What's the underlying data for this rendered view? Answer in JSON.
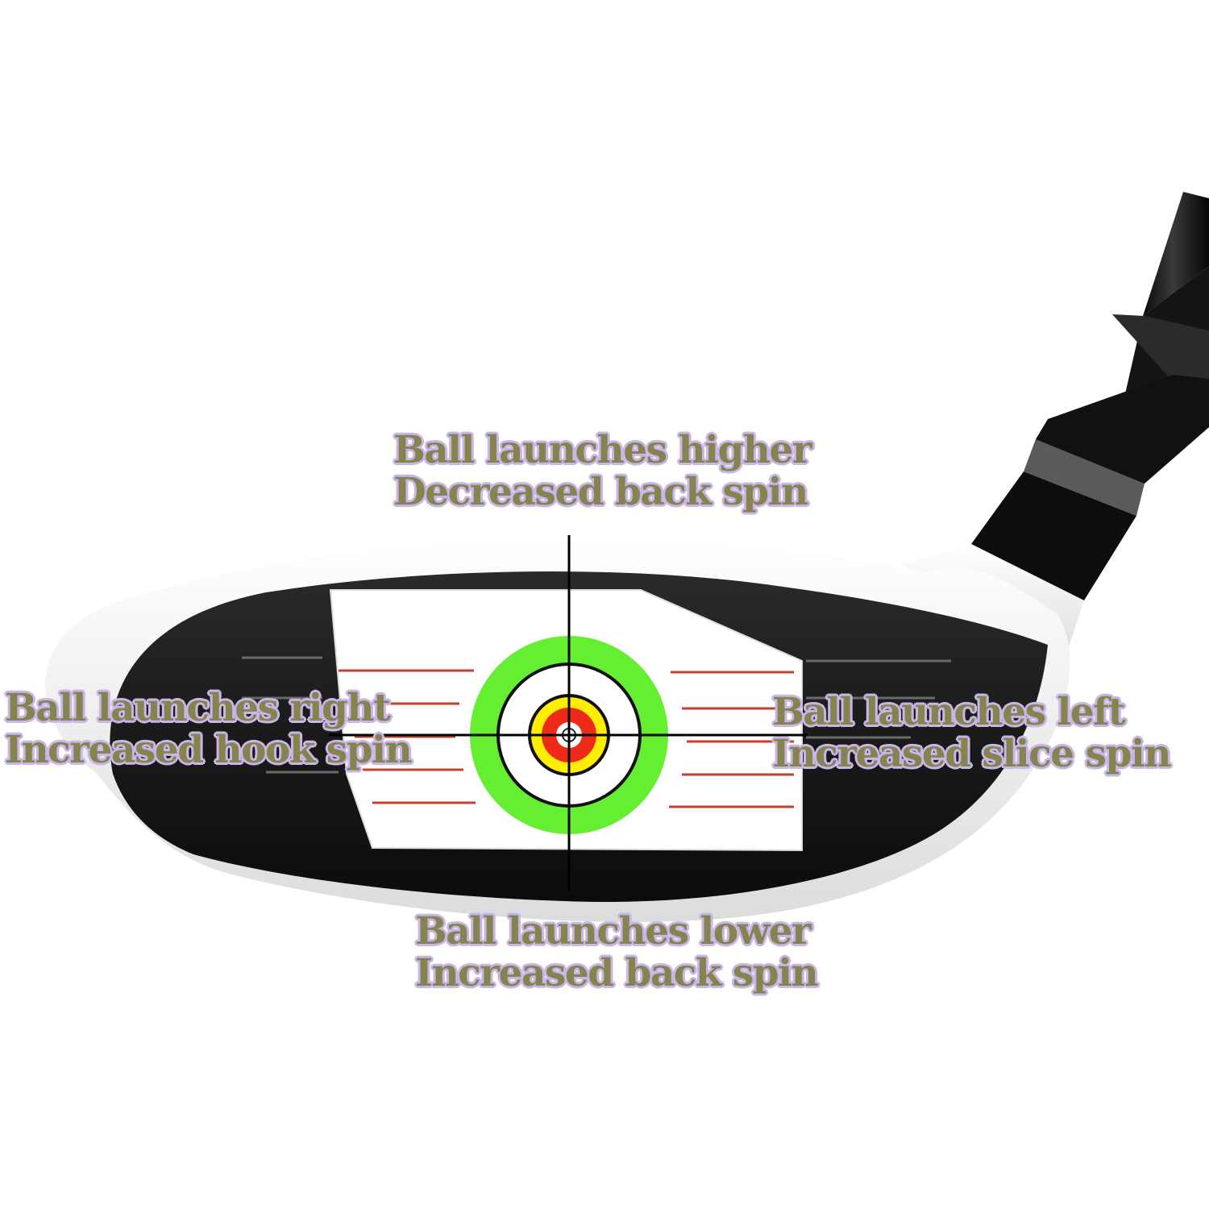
{
  "labels": {
    "top": {
      "line1": "Ball launches higher",
      "line2": "Decreased back spin"
    },
    "bottom": {
      "line1": "Ball launches lower",
      "line2": "Increased back spin"
    },
    "left": {
      "line1": "Ball launches right",
      "line2": "Increased hook spin"
    },
    "right": {
      "line1": "Ball launches left",
      "line2": "Increased slice spin"
    }
  },
  "colors": {
    "label_text": "#87834f",
    "label_outline": "#c7b6ea",
    "club_face": "#1c1c1c",
    "club_crown": "#f2f2f2",
    "target_green": "#66ee33",
    "target_yellow": "#ffee00",
    "target_red": "#ee2a1a",
    "score_lines": "#c8412a"
  }
}
